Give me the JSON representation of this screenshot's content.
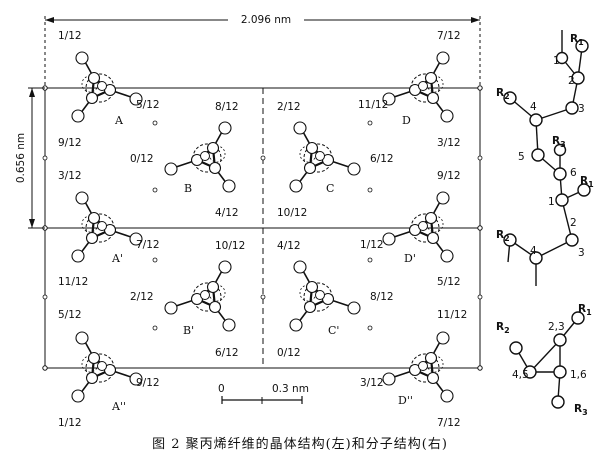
{
  "dimensions": {
    "width": "2.096 nm",
    "height": "0.656 nm"
  },
  "scale_bar": {
    "start": "0",
    "end": "0.3 nm"
  },
  "chains": [
    {
      "id": "A",
      "top": "1/12",
      "bottom": "9/12",
      "side": "5/12"
    },
    {
      "id": "A'",
      "top": "3/12",
      "bottom": "11/12",
      "side": "7/12"
    },
    {
      "id": "A''",
      "top": "5/12",
      "bottom": "1/12",
      "side": "9/12"
    },
    {
      "id": "B",
      "top": "8/12",
      "bottom": "4/12",
      "side": "0/12"
    },
    {
      "id": "B'",
      "top": "10/12",
      "bottom": "6/12",
      "side": "2/12"
    },
    {
      "id": "C",
      "top": "2/12",
      "bottom": "10/12",
      "side": "6/12"
    },
    {
      "id": "C'",
      "top": "4/12",
      "bottom": "0/12",
      "side": "8/12"
    },
    {
      "id": "D",
      "top": "7/12",
      "bottom": "3/12",
      "side": "11/12"
    },
    {
      "id": "D'",
      "top": "9/12",
      "bottom": "5/12",
      "side": "1/12"
    },
    {
      "id": "D''",
      "top": "11/12",
      "bottom": "7/12",
      "side": "3/12"
    }
  ],
  "molecule": {
    "R1": "R",
    "R1_sub": "1",
    "R2": "R",
    "R2_sub": "2",
    "R3": "R",
    "R3_sub": "3",
    "atoms": [
      "1",
      "2",
      "3",
      "4",
      "5",
      "6"
    ],
    "end_view": {
      "label_23": "2,3",
      "label_45": "4,5",
      "label_16": "1,6"
    }
  },
  "caption": "图 2   聚丙烯纤维的晶体结构(左)和分子结构(右)"
}
